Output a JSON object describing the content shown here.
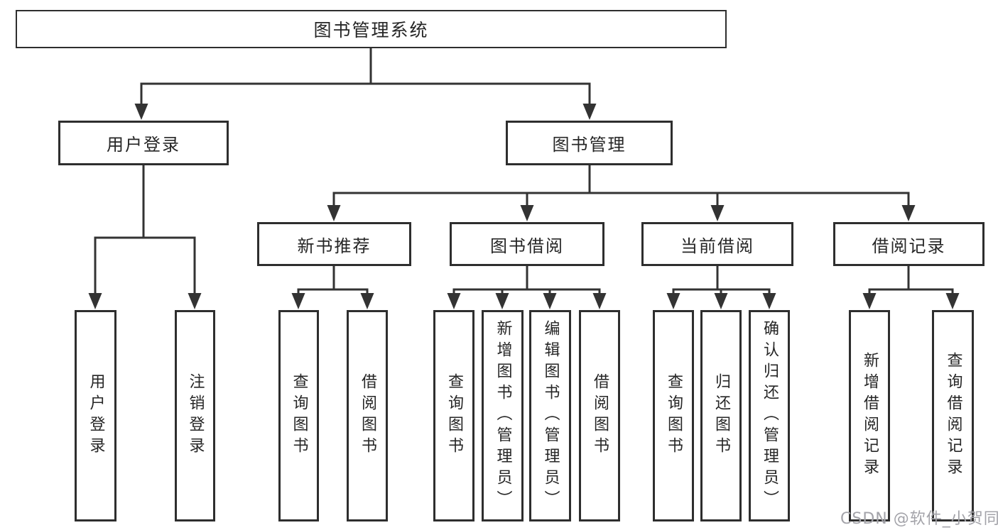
{
  "diagram_title": "图书管理系统",
  "nodes": {
    "root": "图书管理系统",
    "user_login_group": "用户登录",
    "book_mgmt": "图书管理",
    "new_book_rec": "新书推荐",
    "book_borrow": "图书借阅",
    "current_borrow": "当前借阅",
    "borrow_records": "借阅记录",
    "ul_login": "用户登录",
    "ul_logout": "注销登录",
    "nbr_query": "查询图书",
    "nbr_borrow": "借阅图书",
    "bb_query": "查询图书",
    "bb_add": "新增图书（管理员）",
    "bb_edit": "编辑图书（管理员）",
    "bb_borrow": "借阅图书",
    "cb_query": "查询图书",
    "cb_return": "归还图书",
    "cb_confirm": "确认归还（管理员）",
    "br_add": "新增借阅记录",
    "br_query": "查询借阅记录"
  },
  "tree": {
    "图书管理系统": {
      "用户登录": [
        "用户登录",
        "注销登录"
      ],
      "图书管理": {
        "新书推荐": [
          "查询图书",
          "借阅图书"
        ],
        "图书借阅": [
          "查询图书",
          "新增图书（管理员）",
          "编辑图书（管理员）",
          "借阅图书"
        ],
        "当前借阅": [
          "查询图书",
          "归还图书",
          "确认归还（管理员）"
        ],
        "借阅记录": [
          "新增借阅记录",
          "查询借阅记录"
        ]
      }
    }
  },
  "watermark": "CSDN @软件_小贺同学",
  "colors": {
    "background": "#ffffff",
    "line": "#333333",
    "box_border": "#2e2e2e",
    "text": "#262626",
    "watermark": "#a3a3a9"
  }
}
